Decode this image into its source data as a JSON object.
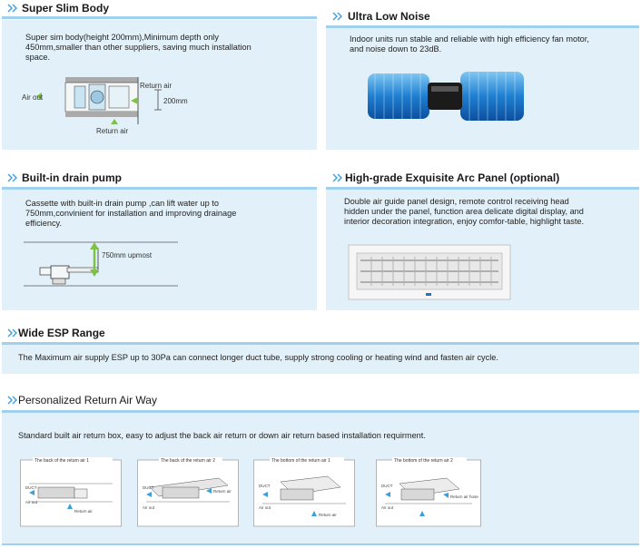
{
  "sections": {
    "slim": {
      "title": "Super Slim Body",
      "text": "Super sim body(height 200mm),Minimum depth only 450mm,smaller than other suppliers, saving much installation space.",
      "labels": {
        "return_air_top": "Return air",
        "air_out": "Air out",
        "depth": "200mm",
        "return_air_bottom": "Return air"
      }
    },
    "noise": {
      "title": "Ultra Low Noise",
      "text": "Indoor units run stable and reliable with high efficiency fan motor, and noise down to 23dB."
    },
    "pump": {
      "title": "Built-in drain pump",
      "text": "Cassette with built-in drain pump ,can lift water up to 750mm,convinient for installation and improving drainage efficiency.",
      "labels": {
        "lift": "750mm upmost"
      }
    },
    "panel": {
      "title": "High-grade Exquisite Arc Panel (optional)",
      "text": "Double air guide panel design, remote control receiving head hidden under the panel, function area delicate digital display, and interior decoration integration, enjoy comfor-table, highlight taste."
    },
    "esp": {
      "title": "Wide ESP Range",
      "text": "The Maximum air supply ESP up to 30Pa can connect longer duct tube, supply strong cooling or heating wind and  fasten air cycle."
    },
    "return": {
      "title": "Personalized Return Air Way",
      "text": "Standard  built air return box, easy to adjust the back air return or  down air return based  installation requirment.",
      "thumbs": [
        {
          "title": "The back of the return air 1",
          "duct": "DUCT",
          "air_out": "Air out",
          "return": "Return air"
        },
        {
          "title": "The back of the return air 2",
          "duct": "DUCT",
          "air_out": "Air out",
          "return": "Return air"
        },
        {
          "title": "The  bottom of the return air 1",
          "duct": "DUCT",
          "air_out": "Air out",
          "return": "Return air"
        },
        {
          "title": "The  bottom of the return air 2",
          "duct": "DUCT",
          "air_out": "Air out",
          "return": "Return air hose"
        }
      ]
    }
  },
  "colors": {
    "panel_bg": "#e2f1f9",
    "accent_blue": "#1f8fd6",
    "arrow_green": "#7dc243",
    "title_bar": "#9fd1ee"
  }
}
